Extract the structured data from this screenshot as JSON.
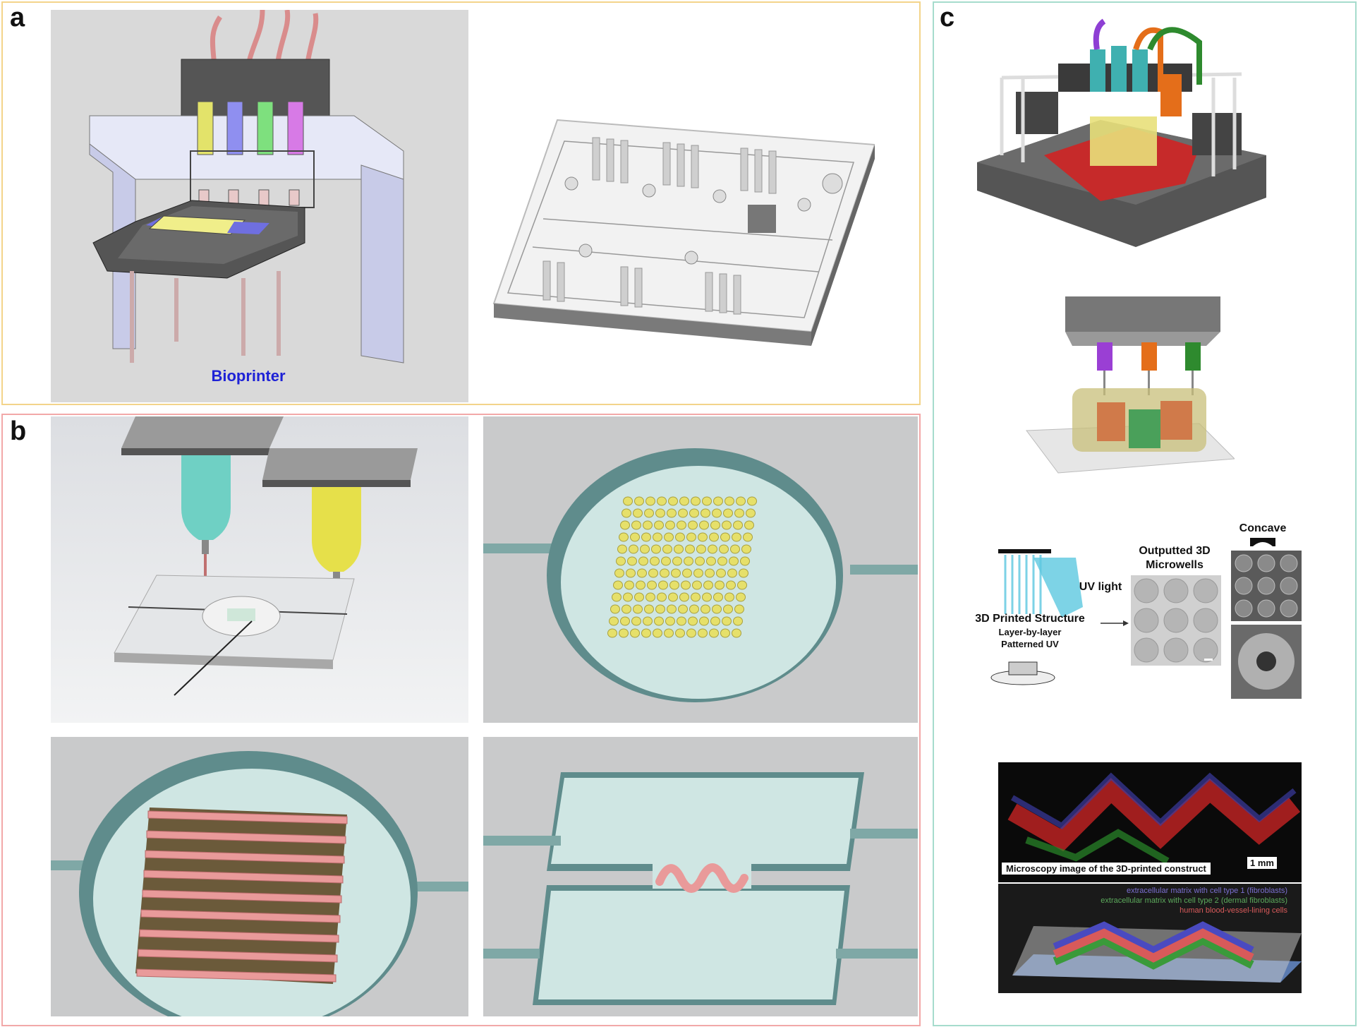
{
  "panels": {
    "a": {
      "letter": "a",
      "frame_color": "#f3d48a",
      "bioprinter_label": "Bioprinter",
      "bioprinter_label_color": "#1e22d6"
    },
    "b": {
      "letter": "b",
      "frame_color": "#f2a8a8"
    },
    "c": {
      "letter": "c",
      "frame_color": "#a6dccd",
      "uv_light": "UV light",
      "printed_structure": "3D Printed Structure",
      "layer_by_layer": "Layer-by-layer",
      "patterned_uv": "Patterned UV",
      "outputted_line1": "Outputted 3D",
      "outputted_line2": "Microwells",
      "concave": "Concave",
      "microscopy_caption": "Microscopy image of the 3D-printed construct",
      "scale_bar": "1 mm",
      "legend": [
        {
          "text": "extracellular matrix with cell type 1 (fibroblasts)",
          "color": "#7a6fd0"
        },
        {
          "text": "extracellular matrix with cell type 2 (dermal fibroblasts)",
          "color": "#5caa5c"
        },
        {
          "text": "human blood-vessel-lining cells",
          "color": "#d85a5a"
        }
      ]
    }
  },
  "colors": {
    "syringe_yellow": "#e3e36a",
    "syringe_blue": "#8f8ff0",
    "syringe_green": "#7ee07e",
    "syringe_magenta": "#d77ae6",
    "tube_pink": "#d98c8c",
    "chip_yellow": "#f0ee8a",
    "fluid_teal": "#bfe0dc",
    "printed_pink": "#e99a9a"
  }
}
